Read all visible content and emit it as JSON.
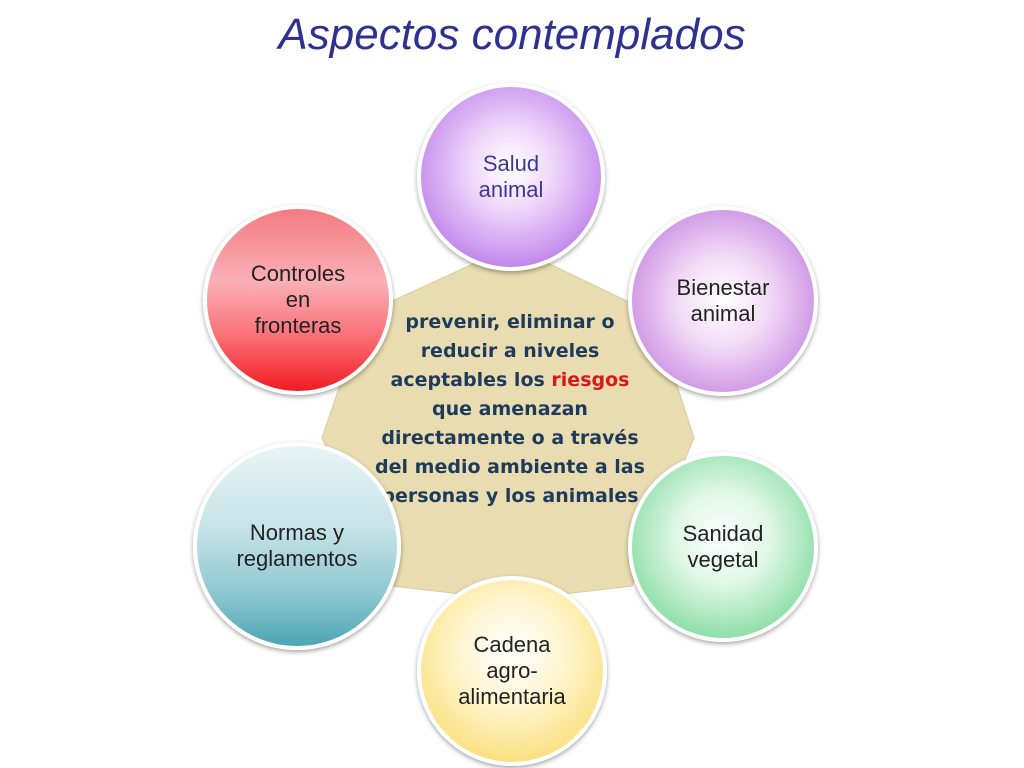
{
  "title": "Aspectos contemplados",
  "center": {
    "text_before": "prevenir, eliminar o reducir a niveles aceptables los ",
    "highlight": "riesgos",
    "text_after": " que amenazan directamente o a través del medio ambiente a las personas y los animales"
  },
  "circles": {
    "salud": "Salud\nanimal",
    "bienestar": "Bienestar\nanimal",
    "sanidad": "Sanidad\nvegetal",
    "cadena": "Cadena\nagro-\nalimentaria",
    "normas": "Normas y\nreglamentos",
    "controles": "Controles\nen\nfronteras"
  },
  "colors": {
    "title": "#2e3192",
    "center_fill": "#e8dcb0",
    "highlight": "#d7191c",
    "salud": "#b06fe2",
    "bienestar": "#c586e0",
    "sanidad": "#6fd195",
    "cadena": "#f7d867",
    "normas": "#6bb8c3",
    "controles": "#f3363f"
  }
}
